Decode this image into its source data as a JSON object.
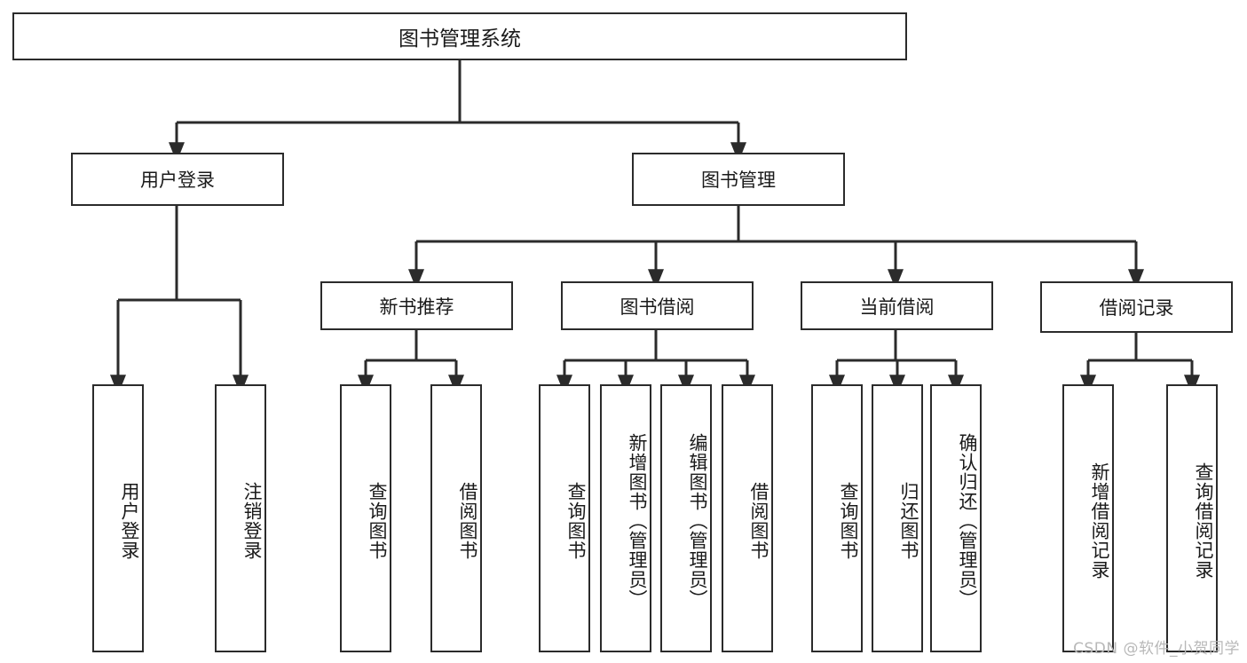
{
  "diagram": {
    "title": "图书管理系统",
    "type": "tree-hierarchy",
    "orientation": "top-down",
    "colors": {
      "stroke": "#2b2b2b",
      "fill": "#ffffff",
      "text": "#1a1a1a",
      "watermark": "#b8b8b8"
    },
    "root": {
      "label": "图书管理系统"
    },
    "level2": [
      {
        "label": "用户登录"
      },
      {
        "label": "图书管理"
      }
    ],
    "level3": [
      {
        "label": "新书推荐"
      },
      {
        "label": "图书借阅"
      },
      {
        "label": "当前借阅"
      },
      {
        "label": "借阅记录"
      }
    ],
    "leaves": {
      "user_login": [
        {
          "label": "用户登录"
        },
        {
          "label": "注销登录"
        }
      ],
      "new_book_recommend": [
        {
          "label": "查询图书"
        },
        {
          "label": "借阅图书"
        }
      ],
      "book_borrow": [
        {
          "label": "查询图书"
        },
        {
          "label": "新增图书（管理员）"
        },
        {
          "label": "编辑图书（管理员）"
        },
        {
          "label": "借阅图书"
        }
      ],
      "current_borrow": [
        {
          "label": "查询图书"
        },
        {
          "label": "归还图书"
        },
        {
          "label": "确认归还（管理员）"
        }
      ],
      "borrow_record": [
        {
          "label": "新增借阅记录"
        },
        {
          "label": "查询借阅记录"
        }
      ]
    }
  },
  "watermark": {
    "text": "CSDN @软件_小贺同学"
  }
}
